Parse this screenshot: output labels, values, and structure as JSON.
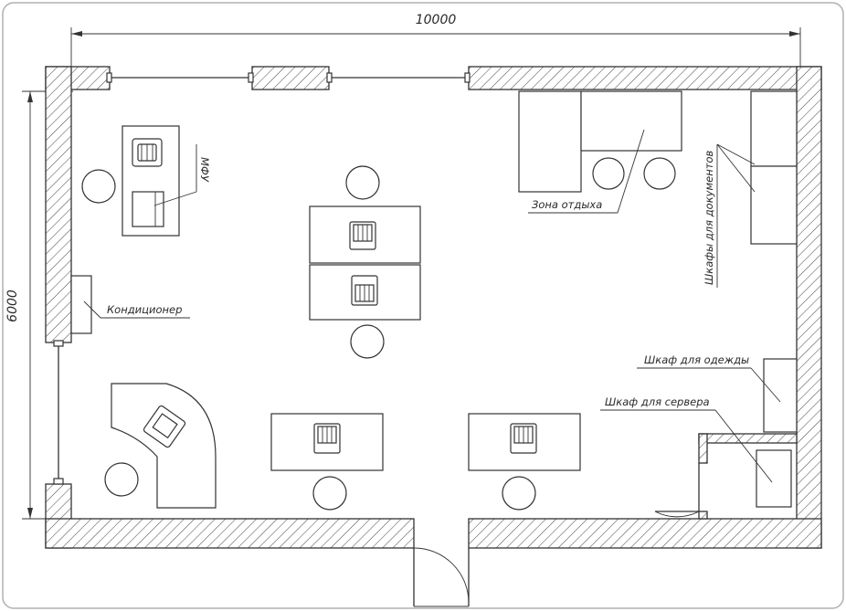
{
  "dimensions": {
    "width_label": "10000",
    "height_label": "6000"
  },
  "labels": {
    "mfu": "МФУ",
    "rest_zone": "Зона отдыха",
    "doc_cabinets": "Шкафы для документов",
    "air_conditioner": "Кондиционер",
    "clothes_cabinet": "Шкаф для одежды",
    "server_cabinet": "Шкаф для сервера"
  },
  "colors": {
    "line": "#333333",
    "background": "#ffffff",
    "frame": "#b0b0b0"
  }
}
